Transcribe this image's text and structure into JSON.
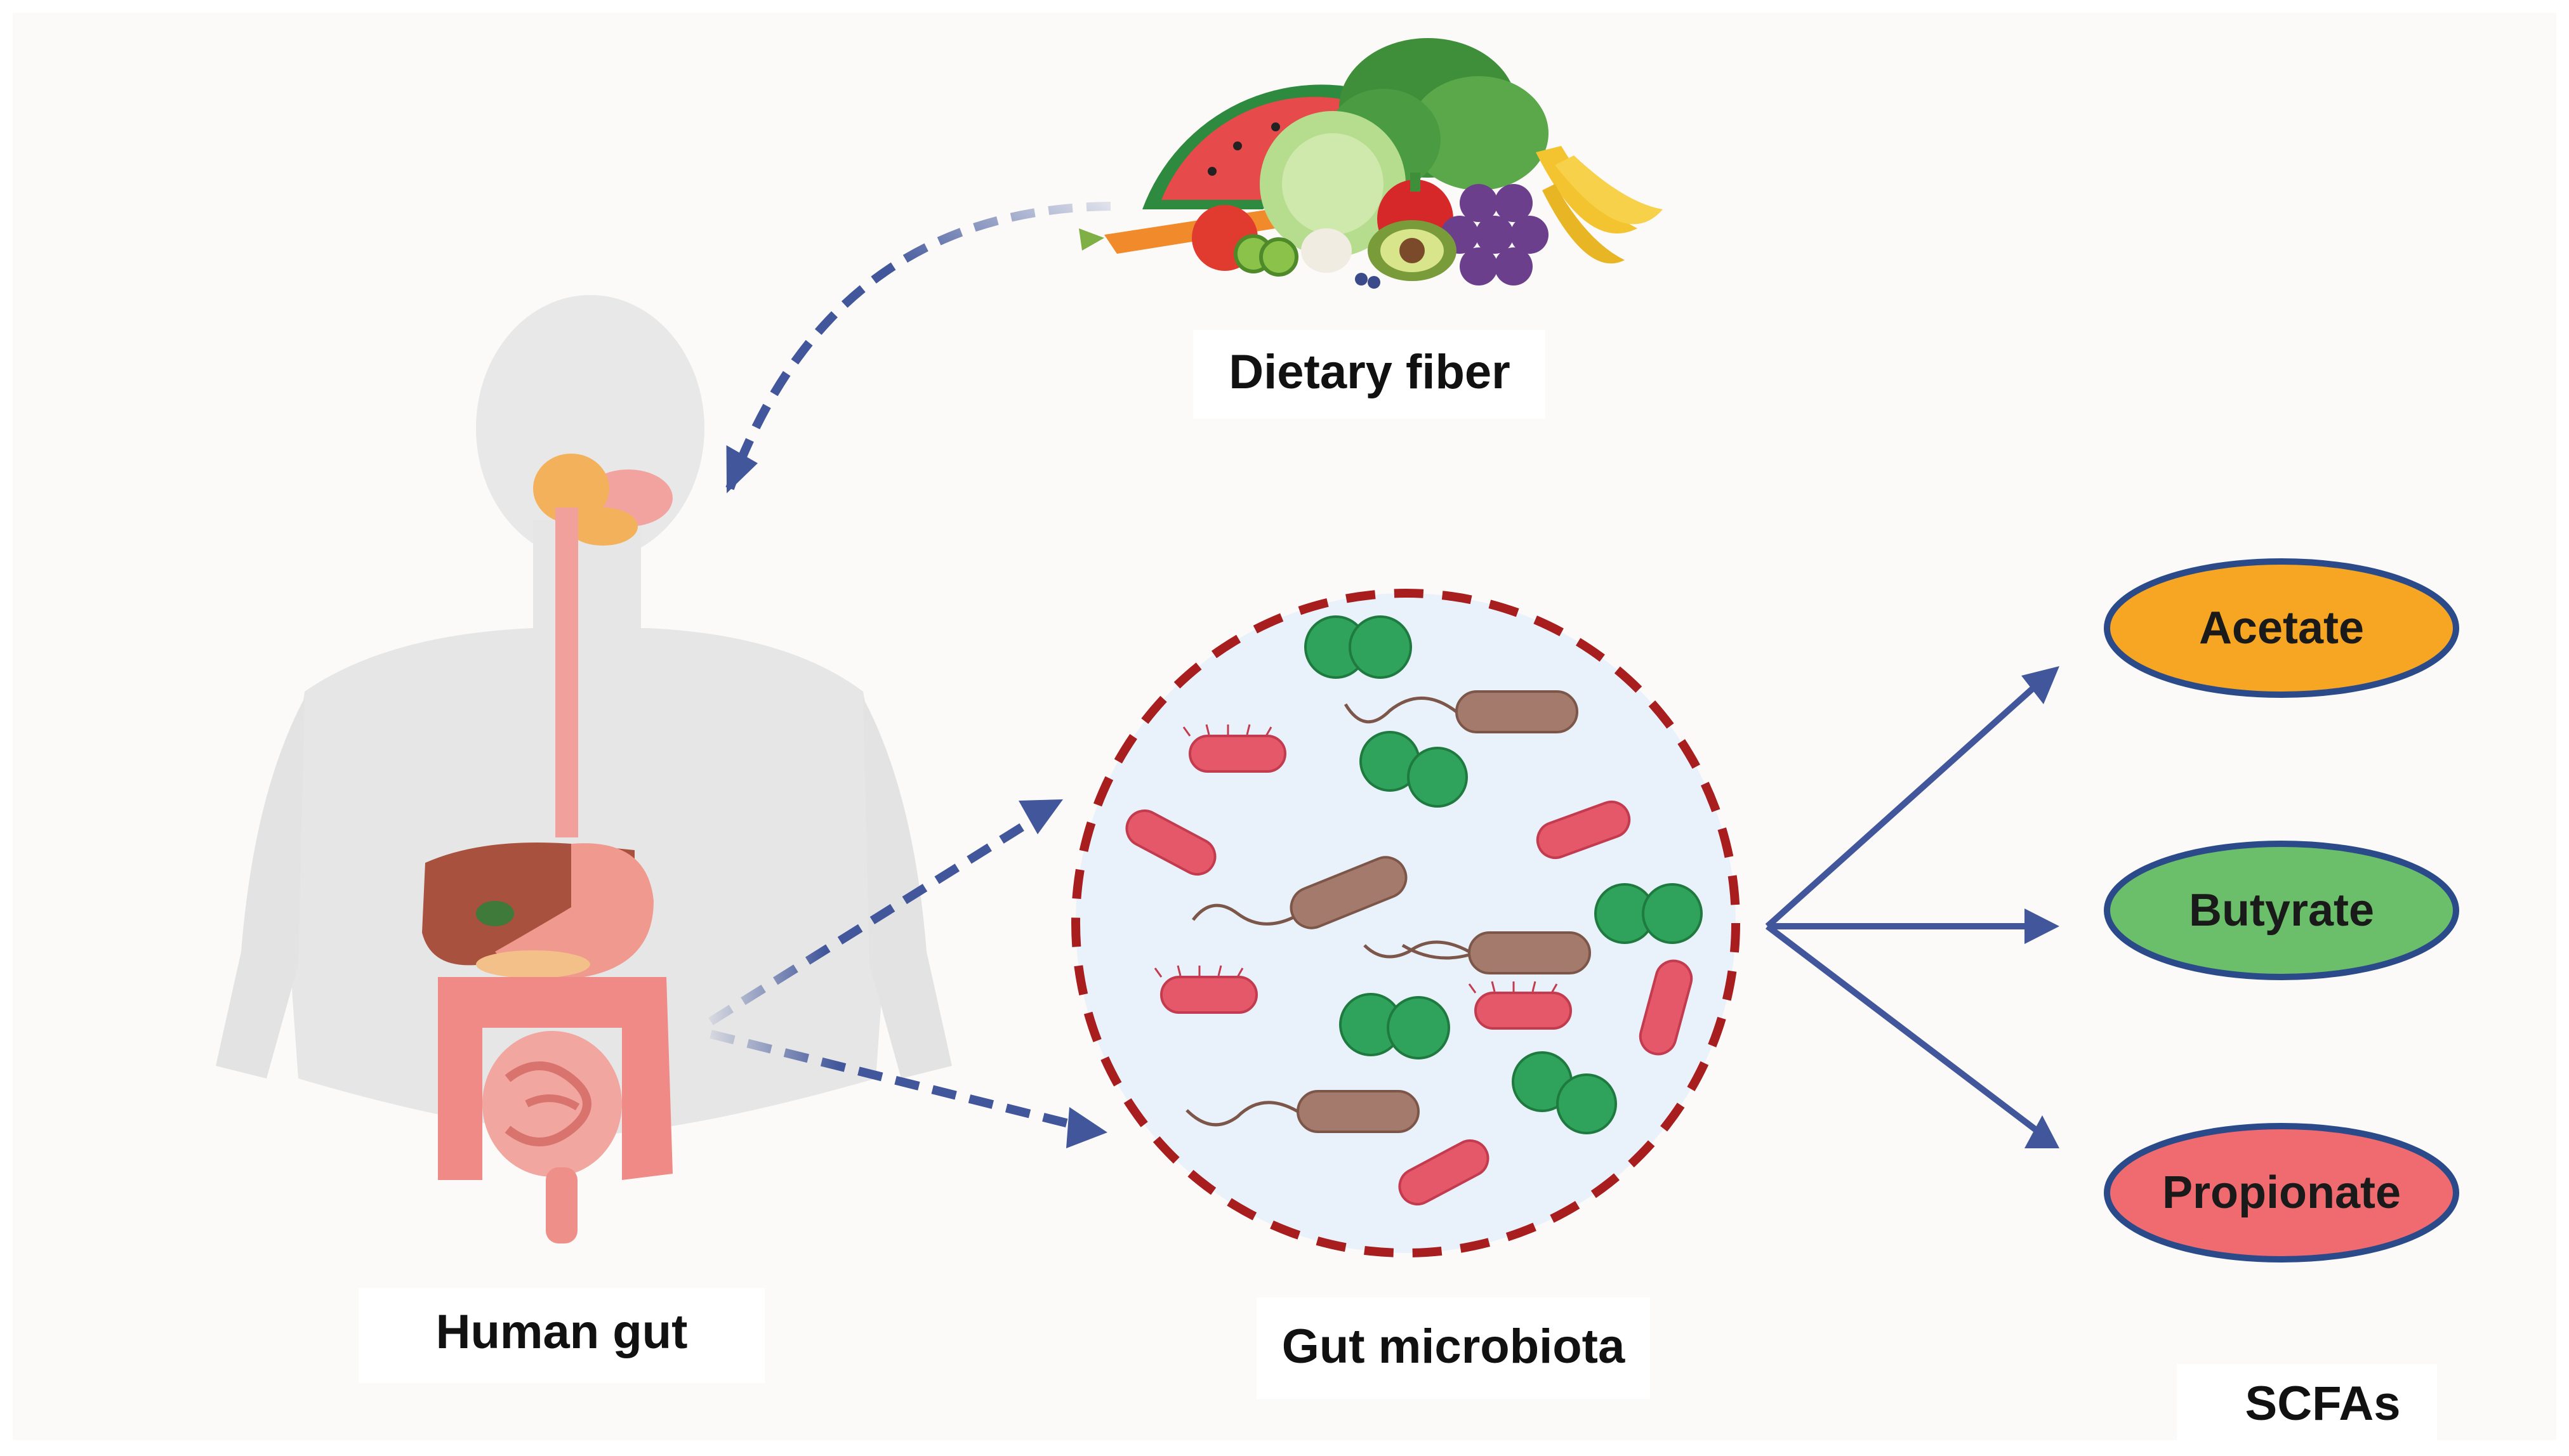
{
  "labels": {
    "dietary_fiber": "Dietary fiber",
    "human_gut": "Human gut",
    "gut_microbiota": "Gut microbiota",
    "scfas": "SCFAs"
  },
  "scfas": [
    {
      "name": "Acetate",
      "color": "#f6a623"
    },
    {
      "name": "Butyrate",
      "color": "#6cbf6a"
    },
    {
      "name": "Propionate",
      "color": "#ef6b6f"
    }
  ],
  "colors": {
    "background": "#fbfaf8",
    "arrow": "#41569b",
    "circle_border": "#a81d1d",
    "circle_fill": "#e9f1fa",
    "oval_border": "#2b4a8a",
    "rod_bacteria": "#e5586a",
    "brown_bacteria": "#a47a6c",
    "cocci": "#2fa35b",
    "body": "#e6e6e6",
    "gut": "#ef9a97"
  },
  "icons": [
    "fruit-vegetable-pile",
    "human-body-digestive-system",
    "bacteria-cluster"
  ]
}
